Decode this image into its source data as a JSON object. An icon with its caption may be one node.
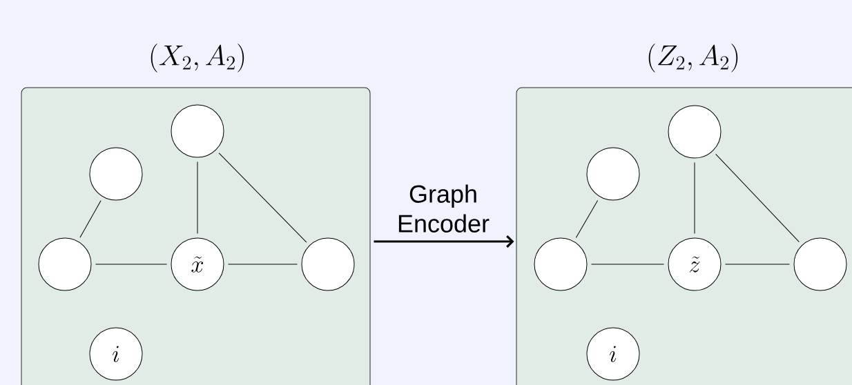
{
  "diagram": {
    "nodes": [
      {
        "text": [
          "(X_2, A_2)"
        ]
      },
      {
        "text": [],
        "shape": "circle",
        "in": 0
      },
      {
        "text": [],
        "shape": "circle",
        "in": 0
      },
      {
        "text": [],
        "shape": "circle",
        "in": 0
      },
      {
        "text": [
          "\\tilde{x}"
        ],
        "in": 0
      },
      {
        "text": [],
        "shape": "circle",
        "in": 0
      },
      {
        "text": [
          "i"
        ],
        "in": 0
      },
      {
        "text": [
          "(Z_2, A_2)"
        ]
      },
      {
        "text": [],
        "shape": "circle",
        "in": 7
      },
      {
        "text": [],
        "shape": "circle",
        "in": 7
      },
      {
        "text": [],
        "shape": "circle",
        "in": 7
      },
      {
        "text": [
          "\\tilde{z}"
        ],
        "in": 7
      },
      {
        "text": [],
        "shape": "circle",
        "in": 7
      },
      {
        "text": [
          "i"
        ],
        "in": 7
      }
    ],
    "edges": [
      {
        "from": 2,
        "to": 3,
        "arrow": "none"
      },
      {
        "from": 1,
        "to": 4,
        "arrow": "none"
      },
      {
        "from": 1,
        "to": 5,
        "arrow": "none"
      },
      {
        "from": 3,
        "to": 4,
        "arrow": "none"
      },
      {
        "from": 4,
        "to": 5,
        "arrow": "none"
      },
      {
        "from": 0,
        "to": 7,
        "arrow": "to",
        "label": "Graph Encoder",
        "style": "thick"
      },
      {
        "from": 9,
        "to": 10,
        "arrow": "none"
      },
      {
        "from": 8,
        "to": 11,
        "arrow": "none"
      },
      {
        "from": 8,
        "to": 12,
        "arrow": "none"
      },
      {
        "from": 10,
        "to": 11,
        "arrow": "none"
      },
      {
        "from": 11,
        "to": 12,
        "arrow": "none"
      }
    ]
  }
}
